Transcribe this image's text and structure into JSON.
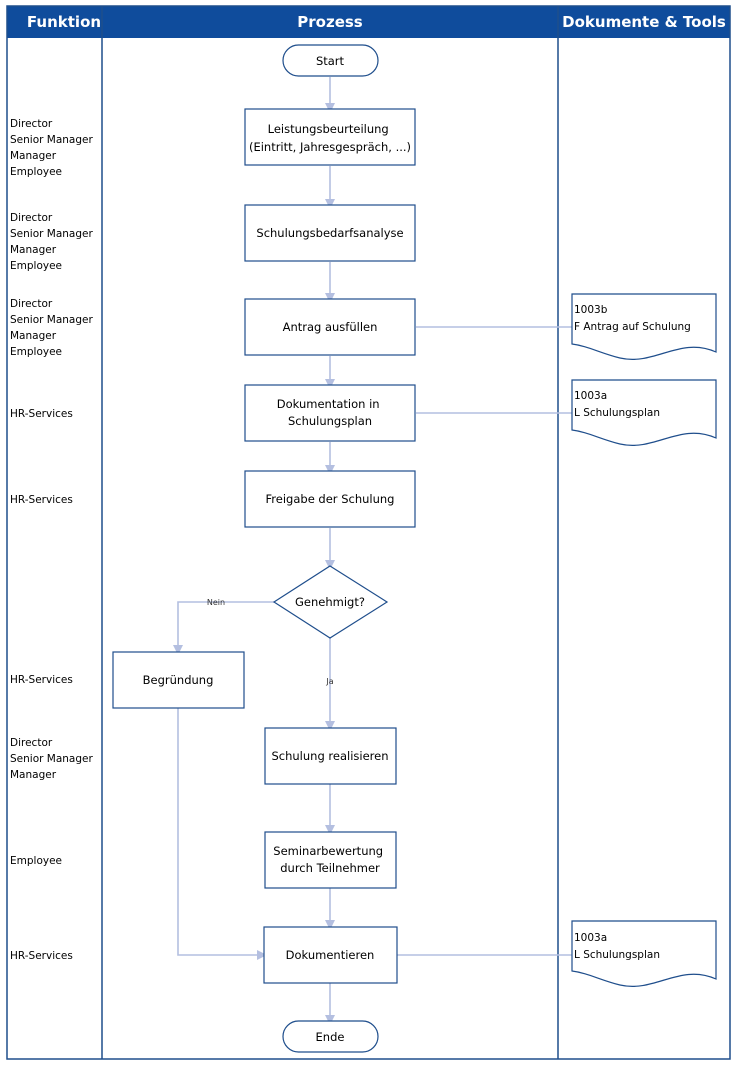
{
  "headers": {
    "function": "Funktion",
    "process": "Prozess",
    "documents": "Dokumente & Tools"
  },
  "functions": [
    {
      "lines": [
        "Director",
        "Senior Manager",
        "Manager",
        "Employee"
      ]
    },
    {
      "lines": [
        "Director",
        "Senior Manager",
        "Manager",
        "Employee"
      ]
    },
    {
      "lines": [
        "Director",
        "Senior Manager",
        "Manager",
        "Employee"
      ]
    },
    {
      "lines": [
        "HR-Services"
      ]
    },
    {
      "lines": [
        "HR-Services"
      ]
    },
    {
      "lines": [
        "HR-Services"
      ]
    },
    {
      "lines": [
        "Director",
        "Senior Manager",
        "Manager"
      ]
    },
    {
      "lines": [
        "Employee"
      ]
    },
    {
      "lines": [
        "HR-Services"
      ]
    }
  ],
  "process": {
    "start": "Start",
    "step1_line1": "Leistungsbeurteilung",
    "step1_line2": "(Eintritt, Jahresgespräch, ...)",
    "step2": "Schulungsbedarfsanalyse",
    "step3": "Antrag ausfüllen",
    "step4_line1": "Dokumentation in",
    "step4_line2": "Schulungsplan",
    "step5": "Freigabe der Schulung",
    "decision": "Genehmigt?",
    "no_label": "Nein",
    "yes_label": "Ja",
    "reason": "Begründung",
    "step6": "Schulung realisieren",
    "step7_line1": "Seminarbewertung",
    "step7_line2": "durch Teilnehmer",
    "step8": "Dokumentieren",
    "end": "Ende"
  },
  "documents": [
    {
      "code": "1003b",
      "name": "F Antrag auf Schulung"
    },
    {
      "code": "1003a",
      "name": "L Schulungsplan"
    },
    {
      "code": "1003a",
      "name": "L Schulungsplan"
    }
  ],
  "colors": {
    "header_bg": "#0f4c9c",
    "border": "#1f4e8c",
    "connector": "#b4bfe0"
  }
}
